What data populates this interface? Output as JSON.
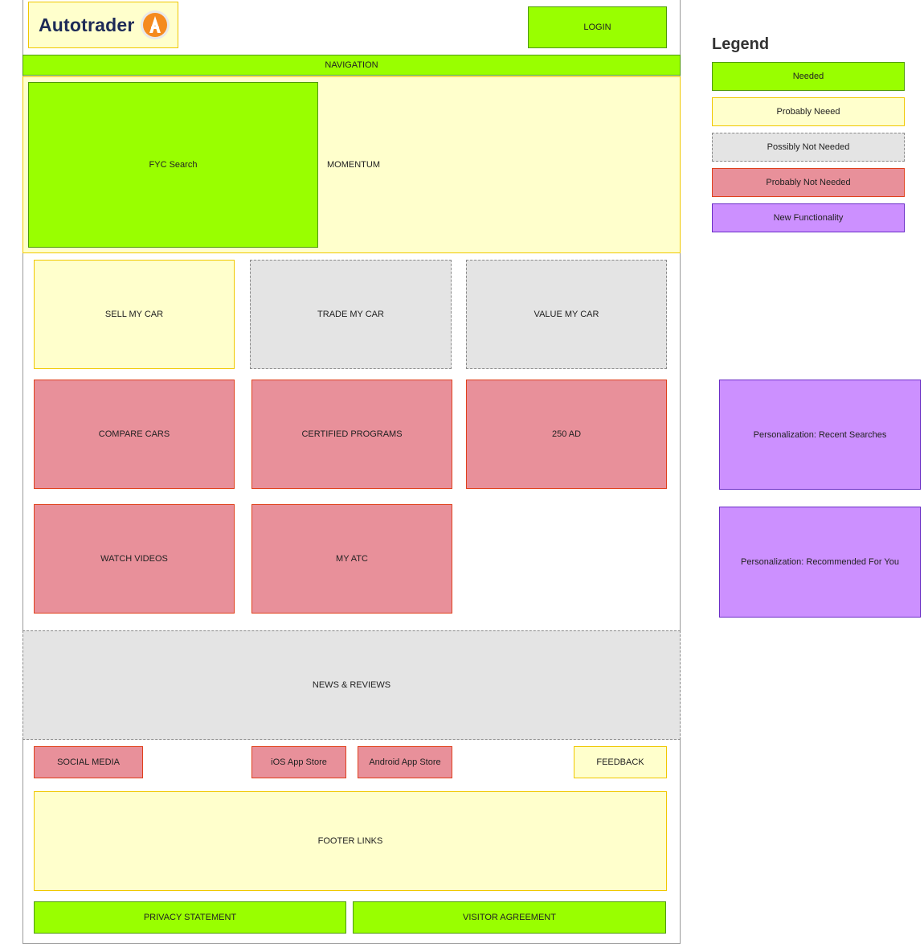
{
  "header": {
    "logo_text": "Autotrader",
    "login_label": "LOGIN",
    "navigation_label": "NAVIGATION"
  },
  "hero": {
    "search_label": "FYC Search",
    "momentum_label": "MOMENTUM"
  },
  "tiles": {
    "sell": "SELL MY CAR",
    "trade": "TRADE MY CAR",
    "value": "VALUE MY CAR",
    "compare": "COMPARE CARS",
    "certified": "CERTIFIED PROGRAMS",
    "ad": "250 AD",
    "videos": "WATCH VIDEOS",
    "my_atc": "MY ATC"
  },
  "news_label": "NEWS & REVIEWS",
  "footer": {
    "social": "SOCIAL MEDIA",
    "ios": "iOS App Store",
    "android": "Android App Store",
    "feedback": "FEEDBACK",
    "links": "FOOTER LINKS",
    "privacy": "PRIVACY STATEMENT",
    "visitor": "VISITOR AGREEMENT"
  },
  "personalization": {
    "recent": "Personalization: Recent Searches",
    "recommended": "Personalization: Recommended For You"
  },
  "legend": {
    "title": "Legend",
    "items": [
      {
        "label": "Needed",
        "color": "#99ff00"
      },
      {
        "label": "Probably Neeed",
        "color": "#ffffcc"
      },
      {
        "label": "Possibly Not Needed",
        "color": "#e4e4e4"
      },
      {
        "label": "Probably Not Needed",
        "color": "#e8909a"
      },
      {
        "label": "New Functionality",
        "color": "#cc90ff"
      }
    ]
  },
  "colors": {
    "needed": "#99ff00",
    "probably": "#ffffcc",
    "possibly": "#e4e4e4",
    "not_needed": "#e8909a",
    "new": "#cc90ff"
  }
}
